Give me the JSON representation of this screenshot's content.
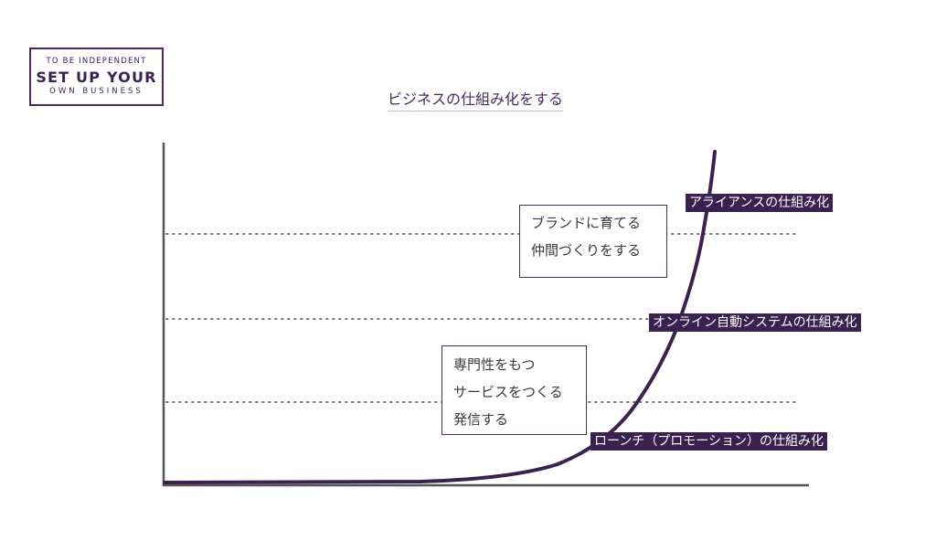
{
  "logo": {
    "line1": "TO BE INDEPENDENT",
    "line2": "SET UP YOUR",
    "line3": "OWN BUSINESS"
  },
  "title": "ビジネスの仕組み化をする",
  "boxes": {
    "brand": {
      "line1": "ブランドに育てる",
      "line2": "仲間づくりをする"
    },
    "expertise": {
      "line1": "専門性をもつ",
      "line2": "サービスをつくる",
      "line3": "発信する"
    }
  },
  "stages": {
    "alliance": "アライアンスの仕組み化",
    "online": "オンライン自動システムの仕組み化",
    "launch": "ローンチ（プロモーション）の仕組み化"
  },
  "colors": {
    "accent": "#3b2150",
    "axis": "#555555",
    "dots": "#777777"
  }
}
